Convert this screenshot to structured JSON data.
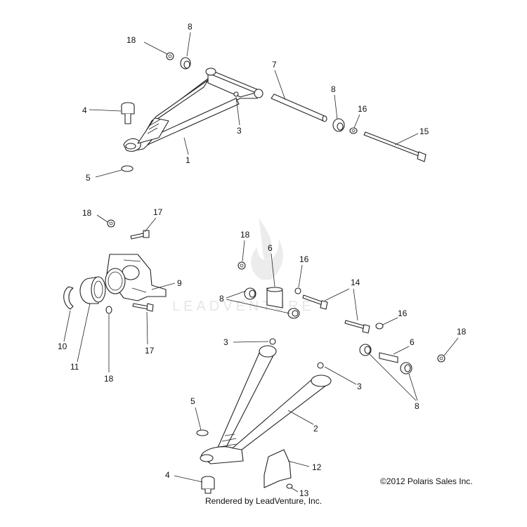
{
  "watermark": {
    "text": "LEADVENTURE"
  },
  "copyright": "©2012 Polaris Sales Inc.",
  "footer": "Rendered by LeadVenture, Inc.",
  "callouts": [
    {
      "id": "c18a",
      "label": "18"
    },
    {
      "id": "c8a",
      "label": "8"
    },
    {
      "id": "c7",
      "label": "7"
    },
    {
      "id": "c8b",
      "label": "8"
    },
    {
      "id": "c16a",
      "label": "16"
    },
    {
      "id": "c15",
      "label": "15"
    },
    {
      "id": "c4a",
      "label": "4"
    },
    {
      "id": "c3a",
      "label": "3"
    },
    {
      "id": "c1",
      "label": "1"
    },
    {
      "id": "c5a",
      "label": "5"
    },
    {
      "id": "c18b",
      "label": "18"
    },
    {
      "id": "c17a",
      "label": "17"
    },
    {
      "id": "c18c",
      "label": "18"
    },
    {
      "id": "c6a",
      "label": "6"
    },
    {
      "id": "c16b",
      "label": "16"
    },
    {
      "id": "c14",
      "label": "14"
    },
    {
      "id": "c9",
      "label": "9"
    },
    {
      "id": "c8c",
      "label": "8"
    },
    {
      "id": "c16c",
      "label": "16"
    },
    {
      "id": "c10",
      "label": "10"
    },
    {
      "id": "c11",
      "label": "11"
    },
    {
      "id": "c18d",
      "label": "18"
    },
    {
      "id": "c17b",
      "label": "17"
    },
    {
      "id": "c3b",
      "label": "3"
    },
    {
      "id": "c6b",
      "label": "6"
    },
    {
      "id": "c18e",
      "label": "18"
    },
    {
      "id": "c3c",
      "label": "3"
    },
    {
      "id": "c2",
      "label": "2"
    },
    {
      "id": "c8d",
      "label": "8"
    },
    {
      "id": "c5b",
      "label": "5"
    },
    {
      "id": "c12",
      "label": "12"
    },
    {
      "id": "c4b",
      "label": "4"
    },
    {
      "id": "c13",
      "label": "13"
    }
  ]
}
